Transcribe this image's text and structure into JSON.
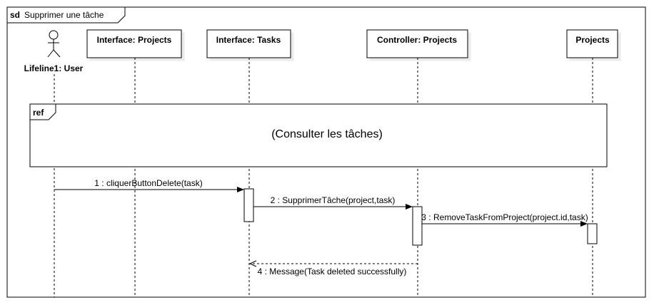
{
  "frame": {
    "keyword": "sd",
    "title": "Supprimer une tâche"
  },
  "actor": {
    "label": "Lifeline1: User"
  },
  "lifelines": [
    {
      "label": "Interface: Projects"
    },
    {
      "label": "Interface: Tasks"
    },
    {
      "label": "Controller: Projects"
    },
    {
      "label": "Projects"
    }
  ],
  "ref": {
    "keyword": "ref",
    "text": "(Consulter les tâches)"
  },
  "messages": [
    {
      "label": "1 : cliquerButtonDelete(task)"
    },
    {
      "label": "2 : SupprimerTâche(project,task)"
    },
    {
      "label": "3 : RemoveTaskFromProject(project.id,task)"
    },
    {
      "label": "4 : Message(Task deleted successfully)"
    }
  ]
}
